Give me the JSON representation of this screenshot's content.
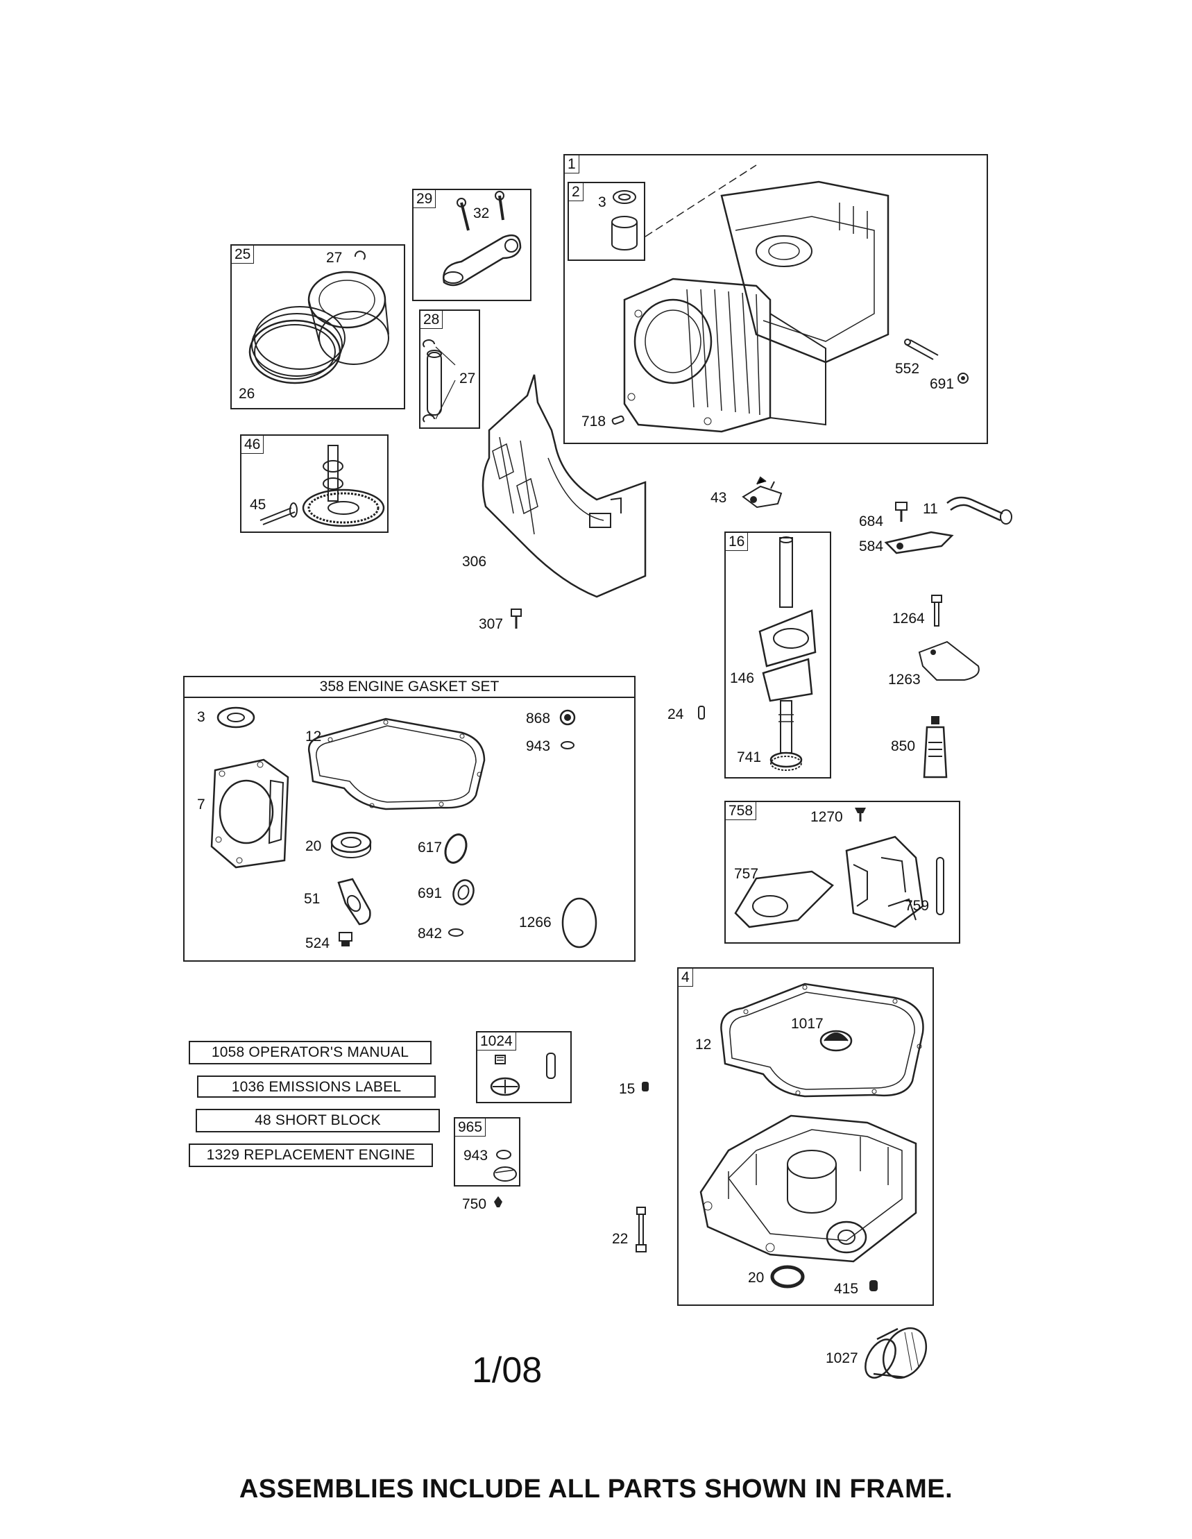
{
  "frames": {
    "f1": "1",
    "f2": "2",
    "f25": "25",
    "f29": "29",
    "f28": "28",
    "f46": "46",
    "f16": "16",
    "f758": "758",
    "f4": "4",
    "f1024": "1024",
    "f965": "965"
  },
  "gasket_set": {
    "title": "358 ENGINE GASKET SET"
  },
  "labels": {
    "operators_manual": "1058 OPERATOR'S MANUAL",
    "emissions_label": "1036 EMISSIONS LABEL",
    "short_block": "48 SHORT BLOCK",
    "replacement_engine": "1329 REPLACEMENT ENGINE"
  },
  "callouts": {
    "p3a": "3",
    "p27a": "27",
    "p26": "26",
    "p32": "32",
    "p27b": "27",
    "p552": "552",
    "p691a": "691",
    "p718": "718",
    "p45": "45",
    "p43": "43",
    "p684": "684",
    "p11": "11",
    "p584": "584",
    "p306": "306",
    "p307": "307",
    "p1264": "1264",
    "p1263": "1263",
    "p146": "146",
    "p24": "24",
    "p850": "850",
    "p741": "741",
    "g3": "3",
    "g12": "12",
    "g868": "868",
    "g943": "943",
    "g7": "7",
    "g20": "20",
    "g617": "617",
    "g51": "51",
    "g691": "691",
    "g1266": "1266",
    "g524": "524",
    "g842": "842",
    "p1270": "1270",
    "p757": "757",
    "p759": "759",
    "p12b": "12",
    "p1017": "1017",
    "p15": "15",
    "p943b": "943",
    "p750": "750",
    "p22": "22",
    "p20b": "20",
    "p415": "415",
    "p1027": "1027"
  },
  "date": "1/08",
  "footer": "ASSEMBLIES INCLUDE ALL PARTS SHOWN IN FRAME."
}
